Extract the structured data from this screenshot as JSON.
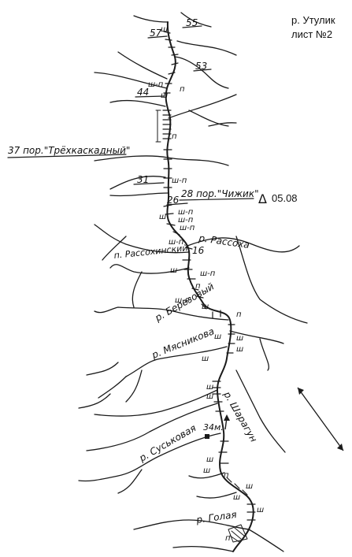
{
  "sheet": {
    "title_line1": "р. Утулик",
    "title_line2": "лист №2"
  },
  "landmark": {
    "symbol": "Δ",
    "date": "05.08"
  },
  "waypoints": [
    "57",
    "55",
    "53",
    "44",
    "31",
    "26",
    "16"
  ],
  "named_features": {
    "pass_37": "37 пор.\"Трёхкаскадный\"",
    "pass_28": "28 пор.\"Чижик\"",
    "rassokha": "р. Рассоха",
    "rassokhinsky": "п. Рассохинский",
    "berezovy": "р. Березовый",
    "myasnikova": "р. Мясникова",
    "shiragun": "р. Шарагун",
    "suskovaya": "р. Суськовая",
    "golaya": "р. Голая",
    "camp_34": "34м."
  },
  "rapid_marks": [
    "ш",
    "п",
    "ш-п",
    "ш-п",
    "ш-п",
    "ш",
    "п",
    "ш-п",
    "ш-п",
    "ш-п",
    "ш",
    "ш",
    "п",
    "ш-п",
    "ш-в",
    "ш",
    "п",
    "ш",
    "ш",
    "ш",
    "ш",
    "ш",
    "ш",
    "ш",
    "ш",
    "п",
    "ш",
    "ш",
    "ш",
    "п"
  ],
  "legend": {
    "flow_arrow": "arrow-icon"
  }
}
